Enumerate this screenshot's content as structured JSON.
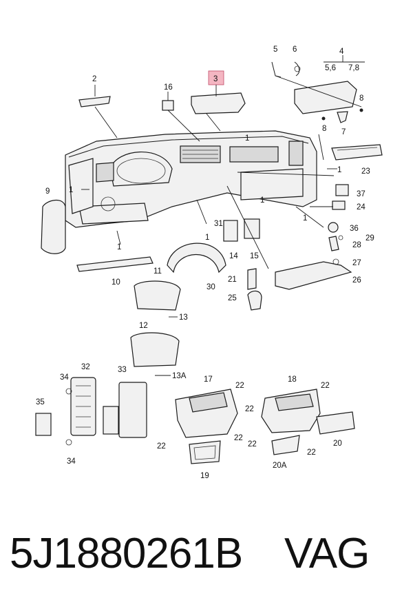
{
  "labels": {
    "l1": "1",
    "l2": "2",
    "l3": "3",
    "l4": "4",
    "l4a": "5,6",
    "l4b": "7,8",
    "l5": "5",
    "l6": "6",
    "l7": "7",
    "l8a": "8",
    "l8b": "8",
    "l9": "9",
    "l10": "10",
    "l11": "11",
    "l12": "12",
    "l13": "13",
    "l13a": "13A",
    "l14": "14",
    "l15": "15",
    "l16": "16",
    "l17": "17",
    "l18": "18",
    "l19": "19",
    "l20": "20",
    "l20a": "20A",
    "l21": "21",
    "l22": "22",
    "l23": "23",
    "l24": "24",
    "l25": "25",
    "l26": "26",
    "l27": "27",
    "l28": "28",
    "l29": "29",
    "l30": "30",
    "l31": "31",
    "l32": "32",
    "l33": "33",
    "l34": "34",
    "l35": "35",
    "l36": "36",
    "l37": "37"
  },
  "highlight_color": "#f4b6c2",
  "footer": {
    "part_number": "5J1880261B",
    "brand": "VAG"
  }
}
